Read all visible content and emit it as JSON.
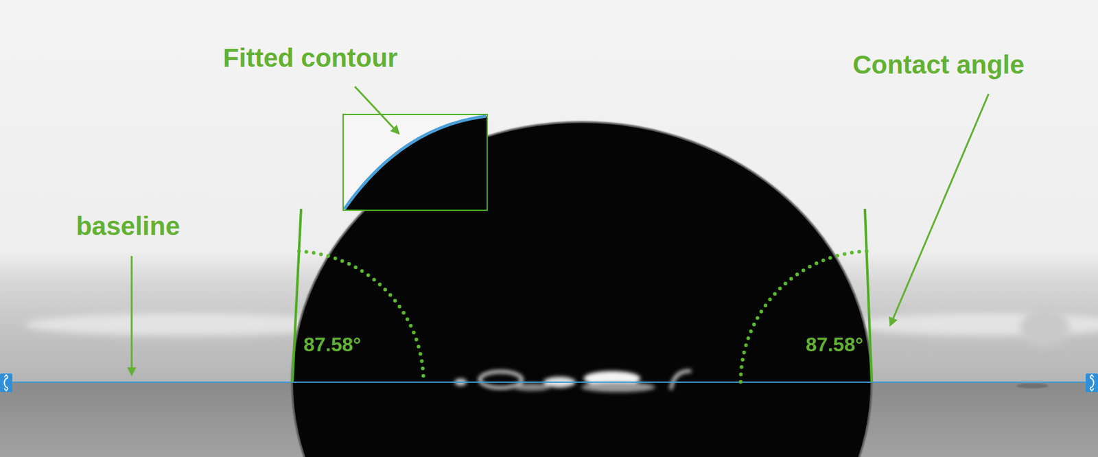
{
  "diagram": {
    "labels": [
      "Fitted contour",
      "Contact angle",
      "baseline",
      "87.58°",
      "87.58°"
    ]
  }
}
